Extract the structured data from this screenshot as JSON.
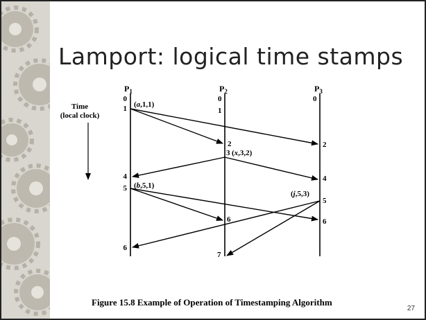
{
  "slide": {
    "title": "Lamport: logical time stamps",
    "caption": "Figure 15.8 Example of Operation of Timestamping Algorithm",
    "page_number": "27"
  },
  "diagram": {
    "time_label_1": "Time",
    "time_label_2": "(local clock)",
    "processes": [
      {
        "label": "P",
        "sub": "1"
      },
      {
        "label": "P",
        "sub": "2"
      },
      {
        "label": "P",
        "sub": "3"
      }
    ],
    "p1_ticks": [
      "0",
      "1",
      "4",
      "5",
      "6"
    ],
    "p2_ticks": [
      "0",
      "1",
      "2",
      "3",
      "6",
      "7"
    ],
    "p3_ticks": [
      "0",
      "2",
      "4",
      "5",
      "6"
    ],
    "messages": [
      {
        "open": "(",
        "id": "a",
        "rest": ",1,1)"
      },
      {
        "open": "(",
        "id": "x",
        "rest": ",3,2)"
      },
      {
        "open": "(",
        "id": "b",
        "rest": ",5,1)"
      },
      {
        "open": "(",
        "id": "j",
        "rest": ",5,3)"
      }
    ],
    "colors": {
      "ink": "#000000",
      "gear_background": "#d9d6cf",
      "gear_shade": "#b9b4aa"
    }
  }
}
